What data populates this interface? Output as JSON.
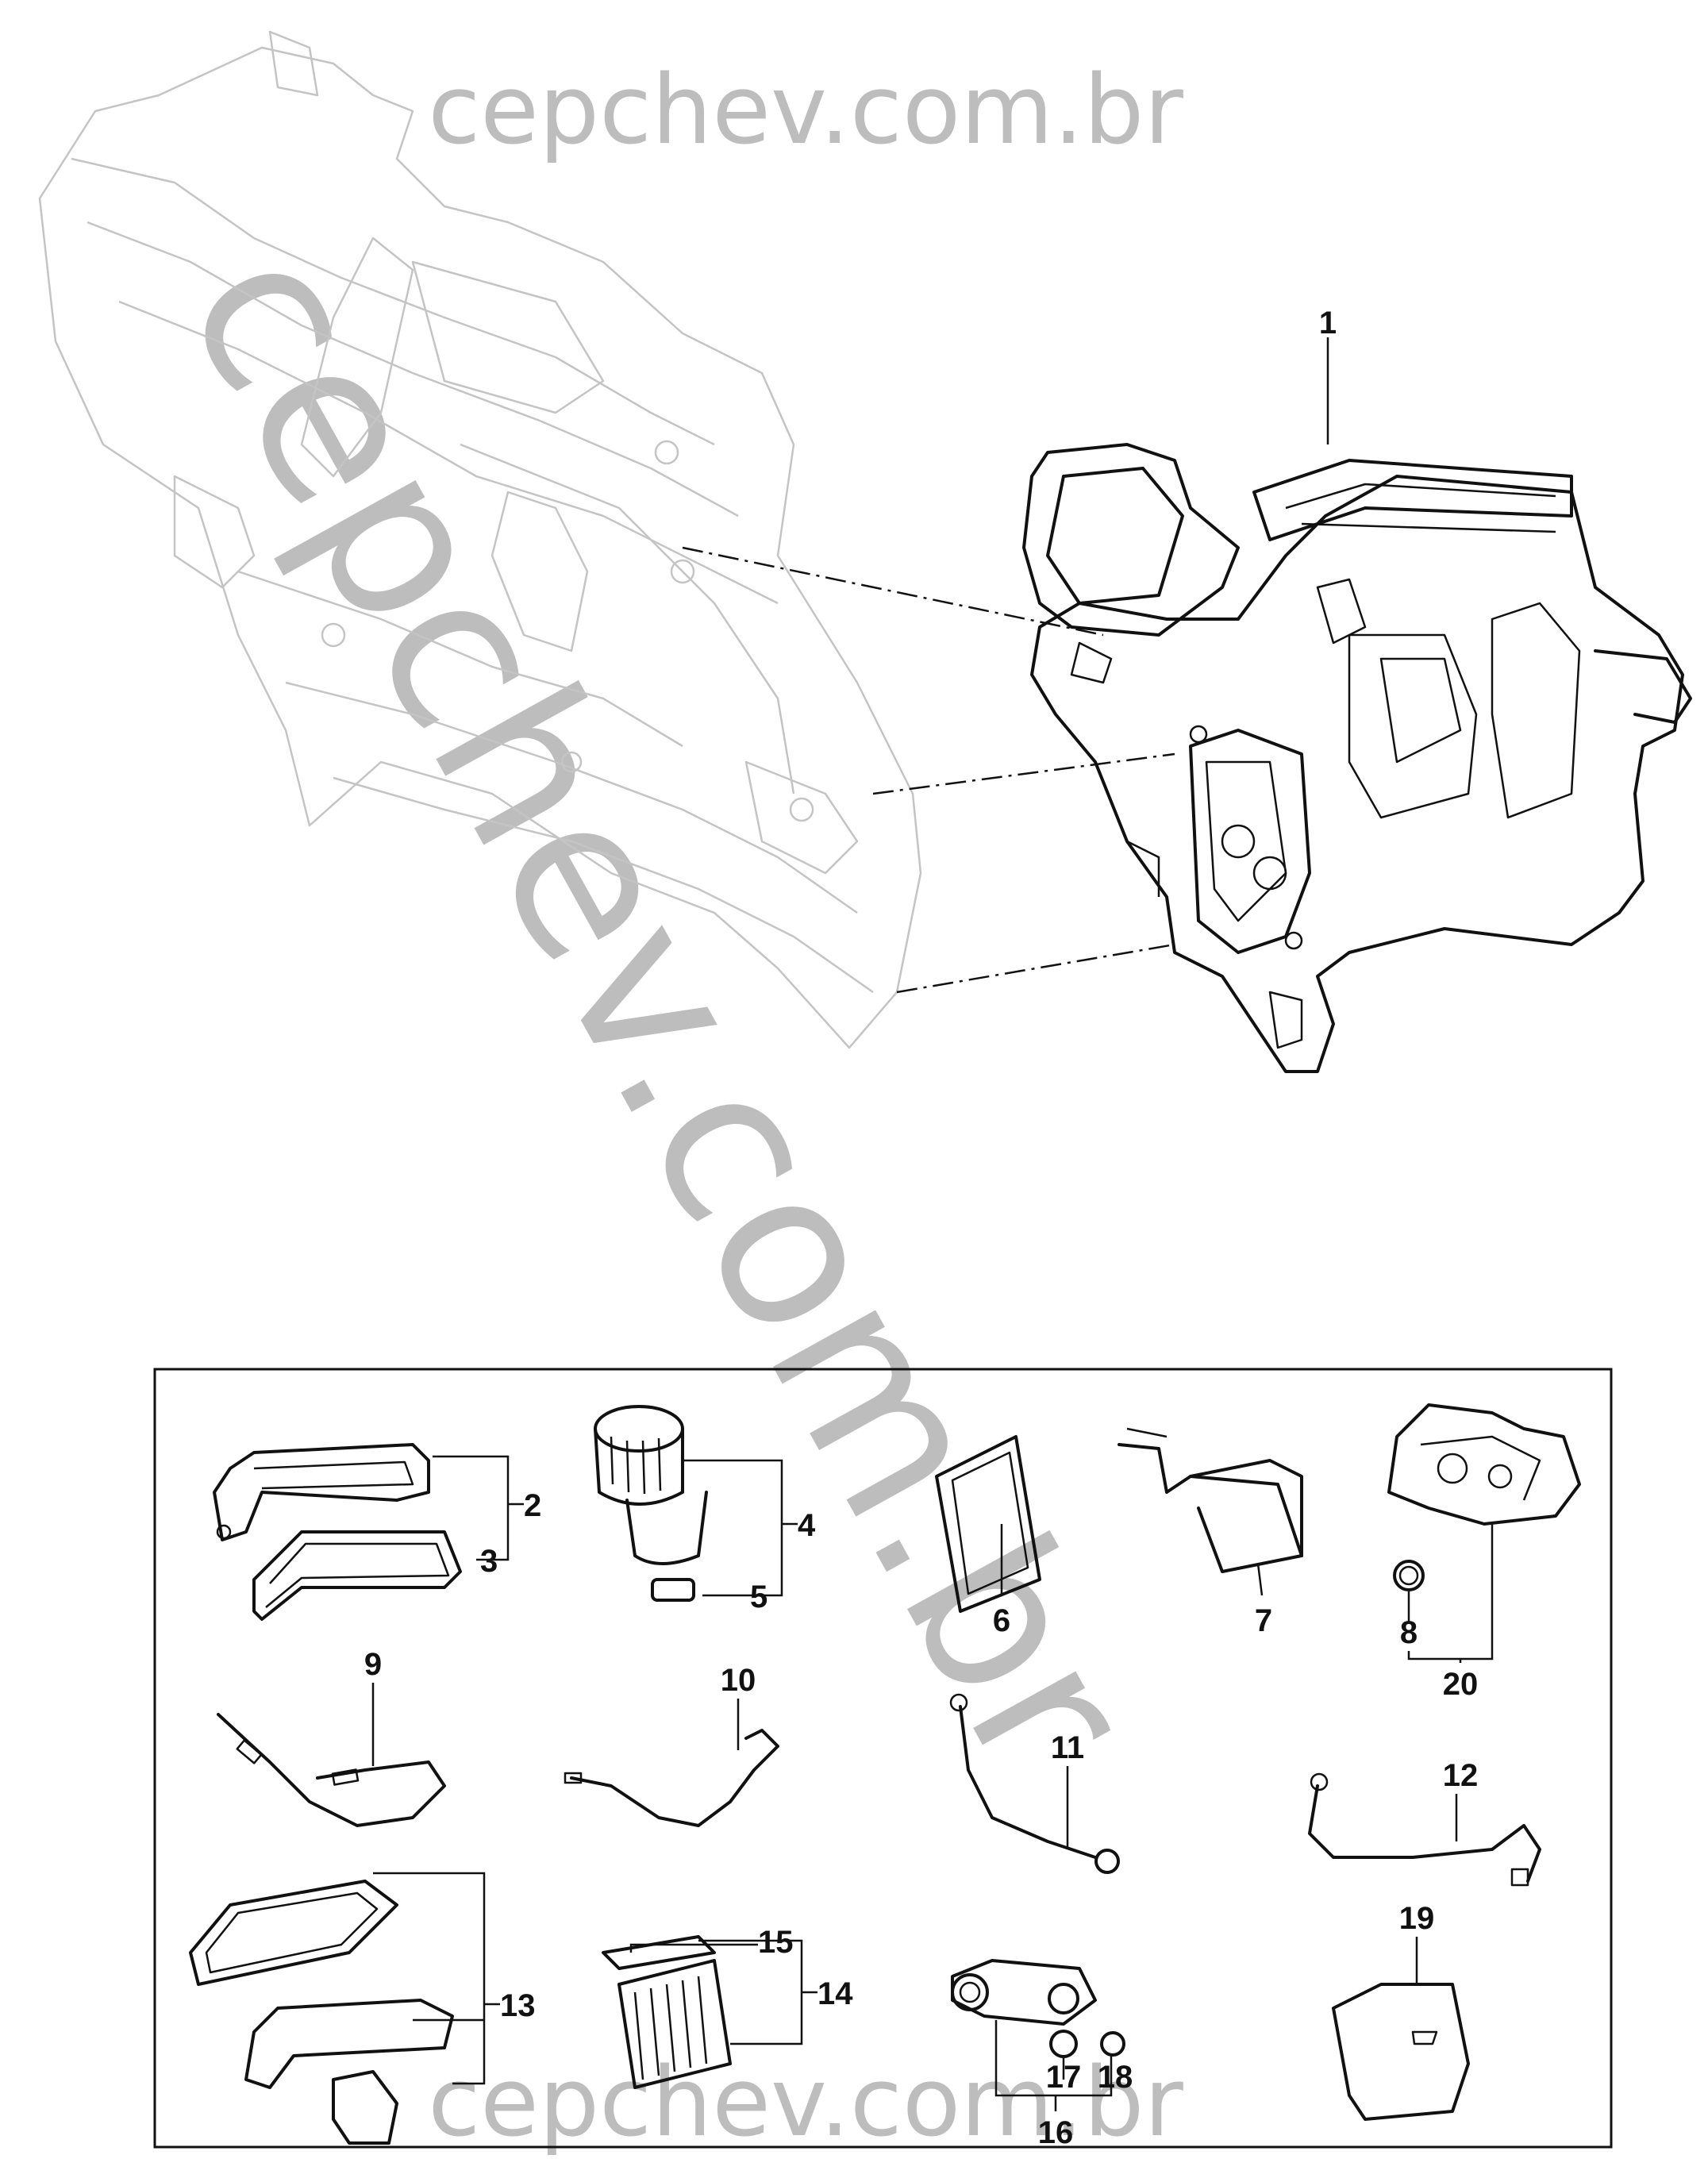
{
  "watermark": {
    "top": "cepchev.com.br",
    "diagonal": "cepchev.com.br",
    "bottom": "cepchev.com.br"
  },
  "callouts": {
    "c1": "1",
    "c2": "2",
    "c3": "3",
    "c4": "4",
    "c5": "5",
    "c6": "6",
    "c7": "7",
    "c8": "8",
    "c9": "9",
    "c10": "10",
    "c11": "11",
    "c12": "12",
    "c13": "13",
    "c14": "14",
    "c15": "15",
    "c16": "16",
    "c17": "17",
    "c18": "18",
    "c19": "19",
    "c20": "20"
  }
}
